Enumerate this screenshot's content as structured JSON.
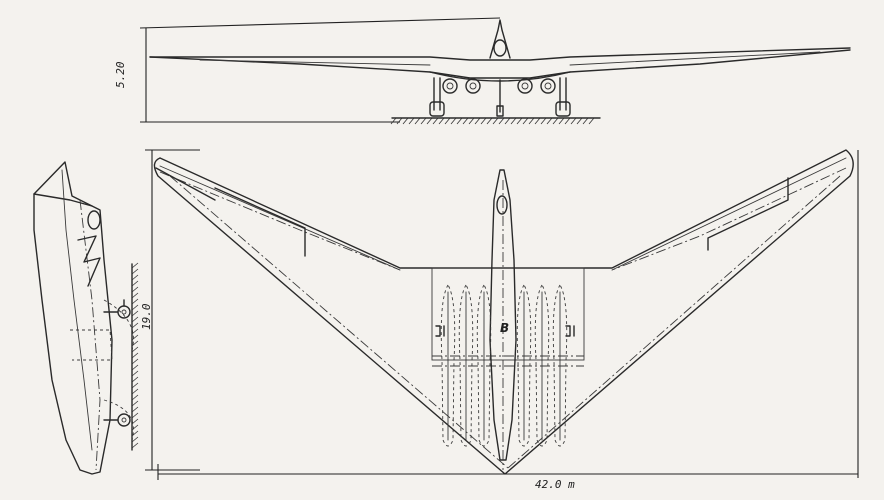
{
  "dimensions": {
    "height": "5.20",
    "length": "19.0",
    "span": "42.0 m"
  },
  "markers": {
    "center_letter": "B"
  }
}
